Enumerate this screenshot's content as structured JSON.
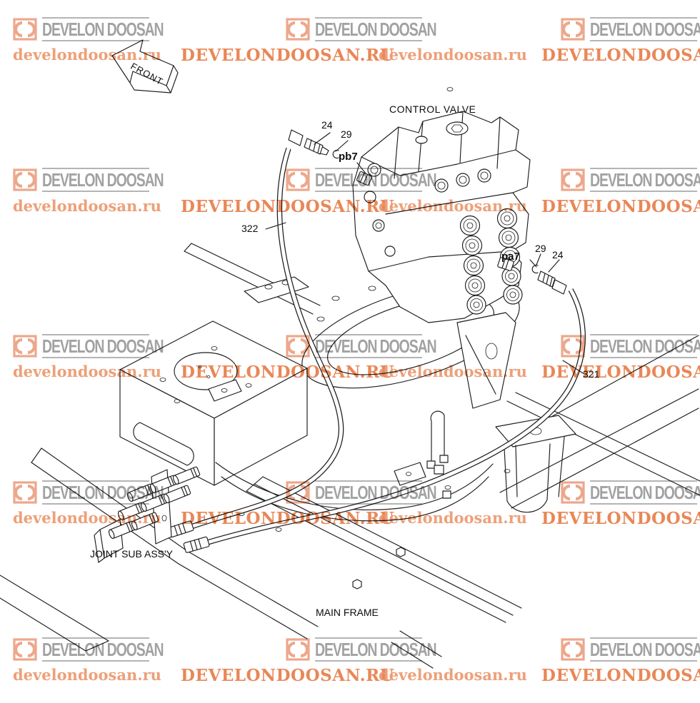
{
  "watermark": {
    "brand": "DEVELON DOOSAN",
    "url_lower": "develondoosan.ru",
    "url_upper": "DEVELONDOOSAN.RU",
    "icon_color": "#eba183",
    "brand_color": "#9b9b9b",
    "url_lower_color": "#ec9b72",
    "url_upper_color": "#e8814f"
  },
  "diagram": {
    "front_label": "FRONT",
    "control_valve_label": "CONTROL VALVE",
    "joint_sub_label": "JOINT SUB ASS'Y",
    "main_frame_label": "MAIN FRAME",
    "line_color": "#1c1c1c",
    "callouts": {
      "fitting_top": "24",
      "oring_top": "29",
      "port_b": "pb7",
      "hose_left": "322",
      "port_a": "pa7",
      "oring_right": "29",
      "fitting_right": "24",
      "hose_right": "321"
    }
  }
}
